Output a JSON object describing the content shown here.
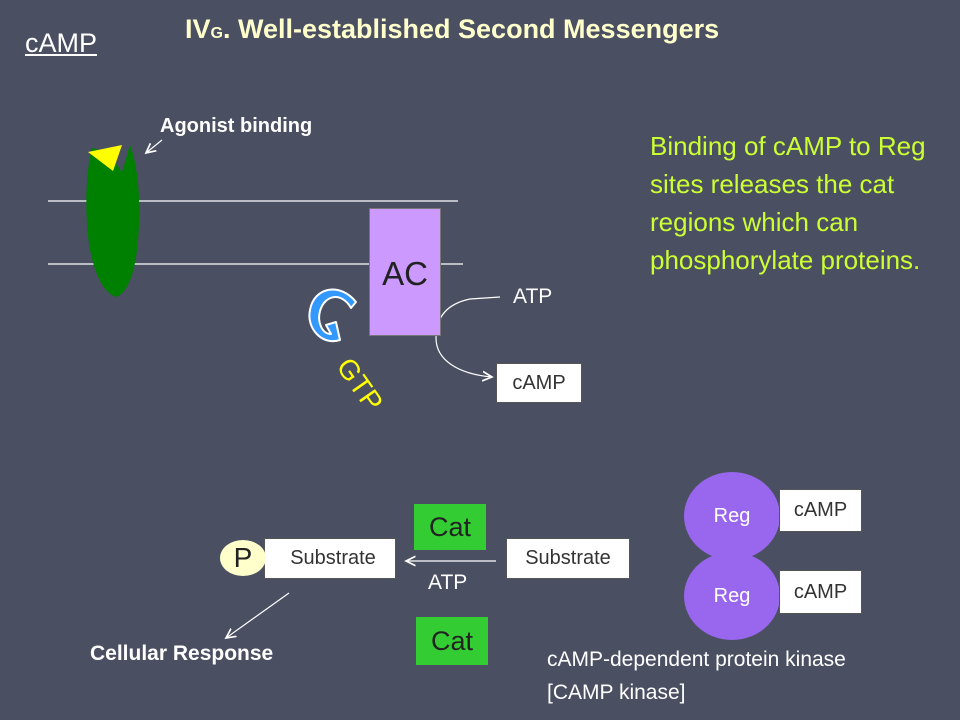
{
  "slide": {
    "title_prefix": "IV",
    "title_sub": "G",
    "title_main": ".   Well-established Second Messengers",
    "topic": "cAMP",
    "agonist_label": "Agonist binding",
    "explanation": "Binding of cAMP to Reg sites releases the cat regions which can phosphorylate proteins.",
    "ac_label": "AC",
    "gtp_label": "GTP",
    "atp_top": "ATP",
    "camp_box": "cAMP",
    "cat_top": "Cat",
    "cat_bottom": "Cat",
    "substrate_right": "Substrate",
    "substrate_left": "Substrate",
    "atp_mid": "ATP",
    "p_label": "P",
    "reg_top": "Reg",
    "reg_bottom": "Reg",
    "camp_reg_top": "cAMP",
    "camp_reg_bottom": "cAMP",
    "cellular_response": "Cellular Response",
    "kinase_line1": "cAMP-dependent protein kinase",
    "kinase_line2": "[CAMP kinase]"
  },
  "colors": {
    "background": "#4a4f62",
    "title": "#ffffcc",
    "explanation": "#ccff33",
    "receptor": "#008000",
    "agonist": "#ffff00",
    "ac": "#cc99ff",
    "g_protein": "#3399ff",
    "gtp": "#ffff00",
    "cat": "#33cc33",
    "reg": "#9966ee"
  }
}
